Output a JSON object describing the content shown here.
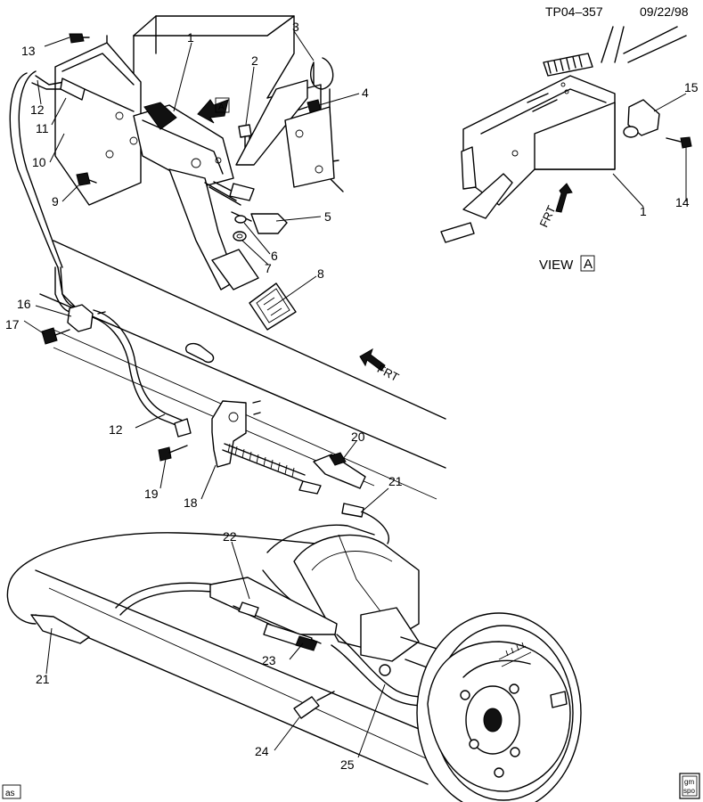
{
  "header": {
    "drawing_id": "TP04–357",
    "date": "09/22/98"
  },
  "view_label": {
    "text": "VIEW",
    "letter": "A"
  },
  "view_ref_letter": "A",
  "frt_labels": [
    "FRT",
    "FRT"
  ],
  "callouts": [
    "1",
    "1",
    "2",
    "3",
    "4",
    "5",
    "6",
    "7",
    "8",
    "9",
    "10",
    "11",
    "12",
    "12",
    "13",
    "14",
    "15",
    "16",
    "17",
    "18",
    "19",
    "20",
    "21",
    "21",
    "22",
    "23",
    "24",
    "25"
  ],
  "footer": {
    "left_tag": "as",
    "logo_top": "gm",
    "logo_bottom": "spo"
  }
}
